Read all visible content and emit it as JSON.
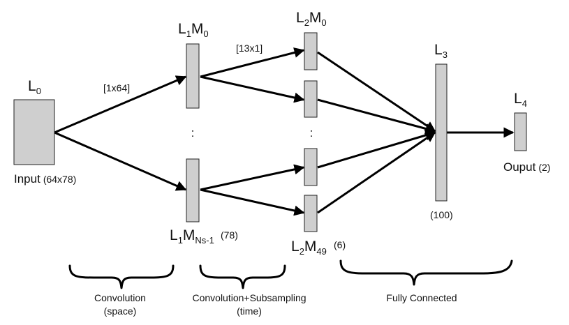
{
  "layers": {
    "l0": {
      "label": "L",
      "sub": "0"
    },
    "l1_top": {
      "label": "L",
      "sub1": "1",
      "mid": "M",
      "sub2": "0"
    },
    "l1_bot": {
      "label": "L",
      "sub1": "1",
      "mid": "M",
      "sub2": "Ns-1"
    },
    "l2_top": {
      "label": "L",
      "sub1": "2",
      "mid": "M",
      "sub2": "0"
    },
    "l2_bot": {
      "label": "L",
      "sub1": "2",
      "mid": "M",
      "sub2": "49"
    },
    "l3": {
      "label": "L",
      "sub": "3"
    },
    "l4": {
      "label": "L",
      "sub": "4"
    }
  },
  "annotations": {
    "kernel1": "[1x64]",
    "kernel2": "[13x1]",
    "input_label": "Input",
    "input_size": "(64x78)",
    "l1_count": "(78)",
    "l2_count": "(6)",
    "l3_count": "(100)",
    "output_label": "Ouput",
    "output_count": "(2)",
    "ellipsis": ":"
  },
  "stages": {
    "conv_space_line1": "Convolution",
    "conv_space_line2": "(space)",
    "conv_time_line1": "Convolution+Subsampling",
    "conv_time_line2": "(time)",
    "fully_connected": "Fully Connected"
  },
  "colors": {
    "node_fill": "#cfcfcf",
    "edge": "#000000"
  }
}
